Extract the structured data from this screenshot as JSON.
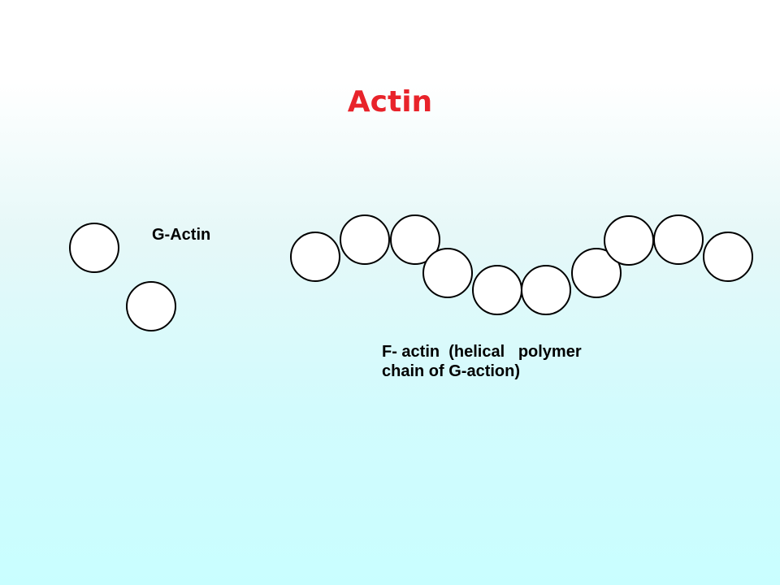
{
  "title": "Actin",
  "colors": {
    "title": "#e8232a",
    "circle_stroke": "#000000",
    "circle_fill": "#ffffff"
  },
  "labels": {
    "g_actin": "G-Actin",
    "f_actin_line1": "F- actin  (helical   polymer",
    "f_actin_line2": "chain of G-action)"
  },
  "diagram": {
    "g_actin_monomer_count": 2,
    "f_actin_monomer_count": 10
  }
}
